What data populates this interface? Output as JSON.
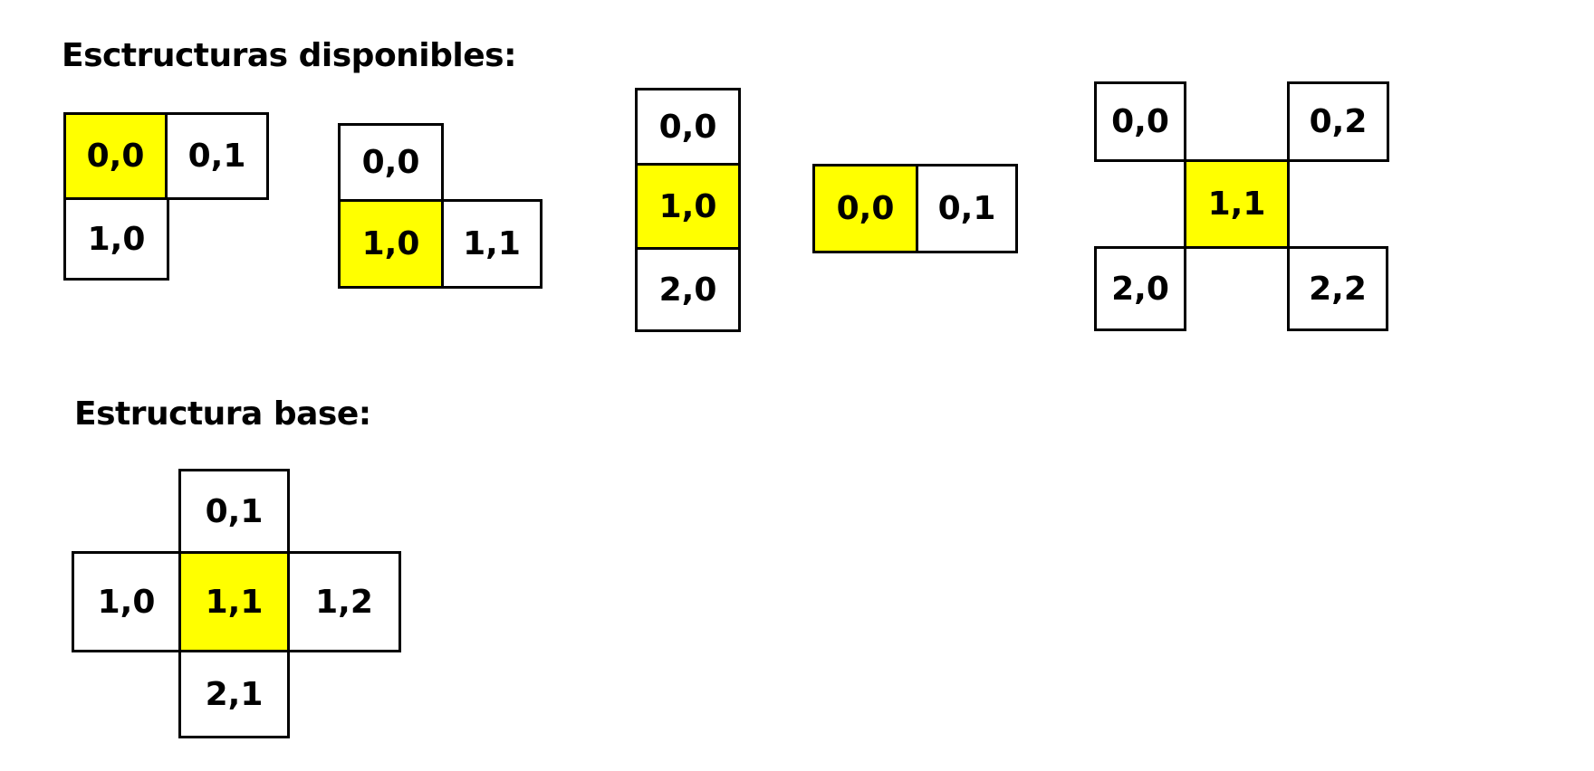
{
  "headings": {
    "available": "Esctructuras disponibles:",
    "base": "Estructura base:"
  },
  "colors": {
    "pivot_fill": "#ffff00",
    "cell_fill": "#ffffff",
    "border": "#000000"
  },
  "structures": [
    {
      "cells": [
        {
          "label": "0,0",
          "highlighted": true
        },
        {
          "label": "0,1",
          "highlighted": false
        },
        {
          "label": "1,0",
          "highlighted": false
        }
      ]
    },
    {
      "cells": [
        {
          "label": "0,0",
          "highlighted": false
        },
        {
          "label": "1,0",
          "highlighted": true
        },
        {
          "label": "1,1",
          "highlighted": false
        }
      ]
    },
    {
      "cells": [
        {
          "label": "0,0",
          "highlighted": false
        },
        {
          "label": "1,0",
          "highlighted": true
        },
        {
          "label": "2,0",
          "highlighted": false
        }
      ]
    },
    {
      "cells": [
        {
          "label": "0,0",
          "highlighted": true
        },
        {
          "label": "0,1",
          "highlighted": false
        }
      ]
    },
    {
      "cells": [
        {
          "label": "0,0",
          "highlighted": false
        },
        {
          "label": "0,2",
          "highlighted": false
        },
        {
          "label": "1,1",
          "highlighted": true
        },
        {
          "label": "2,0",
          "highlighted": false
        },
        {
          "label": "2,2",
          "highlighted": false
        }
      ]
    }
  ],
  "base_structure": {
    "cells": [
      {
        "label": "0,1",
        "highlighted": false
      },
      {
        "label": "1,0",
        "highlighted": false
      },
      {
        "label": "1,1",
        "highlighted": true
      },
      {
        "label": "1,2",
        "highlighted": false
      },
      {
        "label": "2,1",
        "highlighted": false
      }
    ]
  }
}
